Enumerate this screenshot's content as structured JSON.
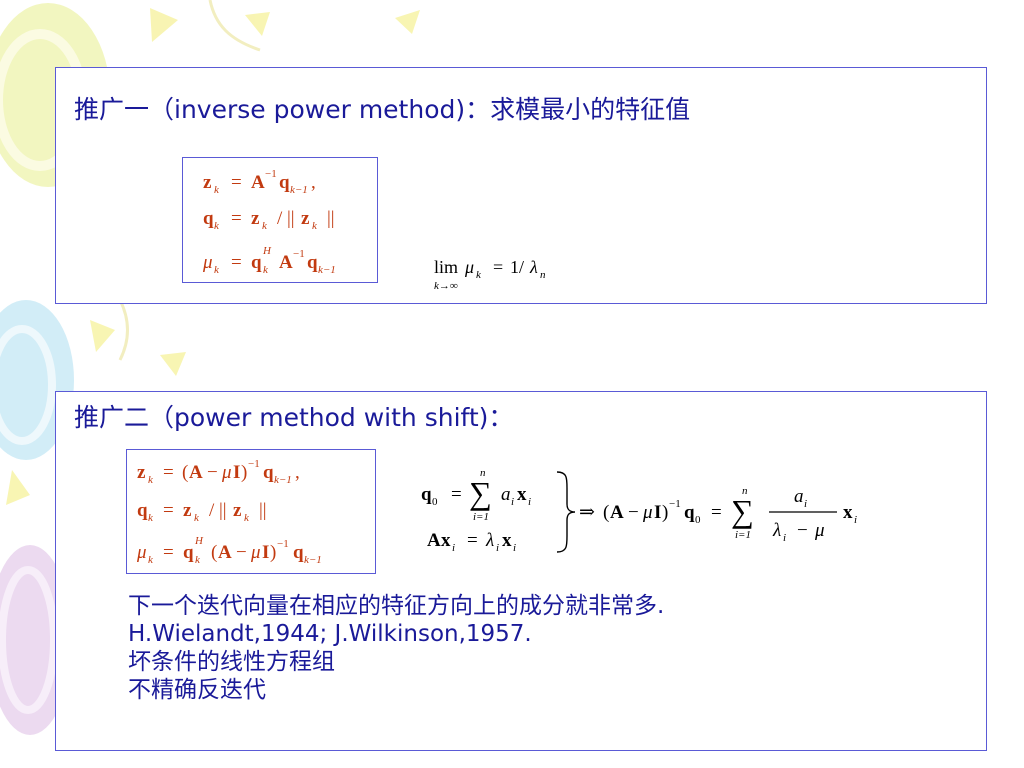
{
  "colors": {
    "heading_text": "#1a1a99",
    "panel_border": "#5a5ad6",
    "formula_box_text": "#c23a10",
    "formula_plain_text": "#000000",
    "background": "#ffffff"
  },
  "section_1": {
    "heading": "推广一（inverse power method)：求模最小的特征值",
    "formulas": {
      "z": "z",
      "q": "q",
      "A": "A",
      "mu": "μ",
      "lambda": "λ",
      "k": "k",
      "k_minus_1": "k−1",
      "minus_one": "−1",
      "H": "H",
      "n": "n",
      "eq": "=",
      "comma": ",",
      "slash": "/",
      "norm": "||",
      "lim": "lim",
      "lim_sub": "k→∞",
      "one_over": "1/"
    }
  },
  "section_2": {
    "heading": "推广二（power method with shift)：",
    "formulas": {
      "z": "z",
      "q": "q",
      "A": "A",
      "I": "I",
      "mu": "μ",
      "lambda": "λ",
      "x": "x",
      "a": "a",
      "i": "i",
      "n": "n",
      "i_eq_1": "i=1",
      "zero": "0",
      "k": "k",
      "k_minus_1": "k−1",
      "minus_one": "−1",
      "H": "H",
      "eq": "=",
      "comma": ",",
      "slash": "/",
      "norm": "||",
      "lparen": "(",
      "rparen": ")",
      "minus": "−",
      "sum": "∑",
      "implies": "⇒"
    },
    "notes": [
      "下一个迭代向量在相应的特征方向上的成分就非常多.",
      "H.Wielandt,1944; J.Wilkinson,1957.",
      "坏条件的线性方程组",
      "不精确反迭代"
    ]
  }
}
